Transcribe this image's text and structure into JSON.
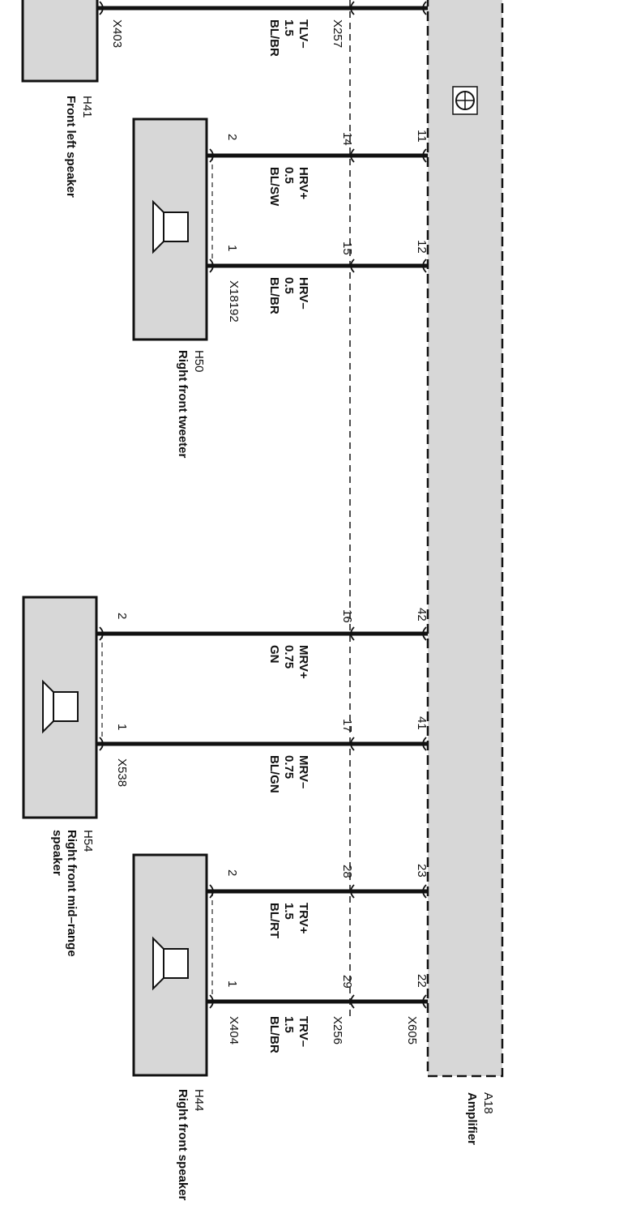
{
  "amplifier": {
    "id": "A18",
    "name": "Amplifier",
    "connector": "X605"
  },
  "components": [
    {
      "key": "h41",
      "id": "H41",
      "name": "Front left speaker",
      "connector": "X403"
    },
    {
      "key": "h50",
      "id": "H50",
      "name": "Right front tweeter",
      "connector": "X18192",
      "pin_plus": "2",
      "pin_minus": "1"
    },
    {
      "key": "h54",
      "id": "H54",
      "name_line1": "Right front mid–range",
      "name_line2": "speaker",
      "connector": "X538",
      "pin_plus": "2",
      "pin_minus": "1"
    },
    {
      "key": "h44",
      "id": "H44",
      "name": "Right front speaker",
      "connector": "X404",
      "pin_plus": "2",
      "pin_minus": "1"
    }
  ],
  "inline_connectors": [
    "X257",
    "X256"
  ],
  "wires": [
    {
      "signal": "TLV–",
      "gauge": "1.5",
      "color": "BL/BR"
    },
    {
      "signal": "HRV+",
      "gauge": "0.5",
      "color": "BL/SW",
      "inline_pin": "14",
      "amp_pin": "11"
    },
    {
      "signal": "HRV–",
      "gauge": "0.5",
      "color": "BL/BR",
      "inline_pin": "15",
      "amp_pin": "12"
    },
    {
      "signal": "MRV+",
      "gauge": "0.75",
      "color": "GN",
      "inline_pin": "16",
      "amp_pin": "42"
    },
    {
      "signal": "MRV–",
      "gauge": "0.75",
      "color": "BL/GN",
      "inline_pin": "17",
      "amp_pin": "41"
    },
    {
      "signal": "TRV+",
      "gauge": "1.5",
      "color": "BL/RT",
      "inline_pin": "28",
      "amp_pin": "23"
    },
    {
      "signal": "TRV–",
      "gauge": "1.5",
      "color": "BL/BR",
      "inline_pin": "29",
      "amp_pin": "22"
    }
  ]
}
